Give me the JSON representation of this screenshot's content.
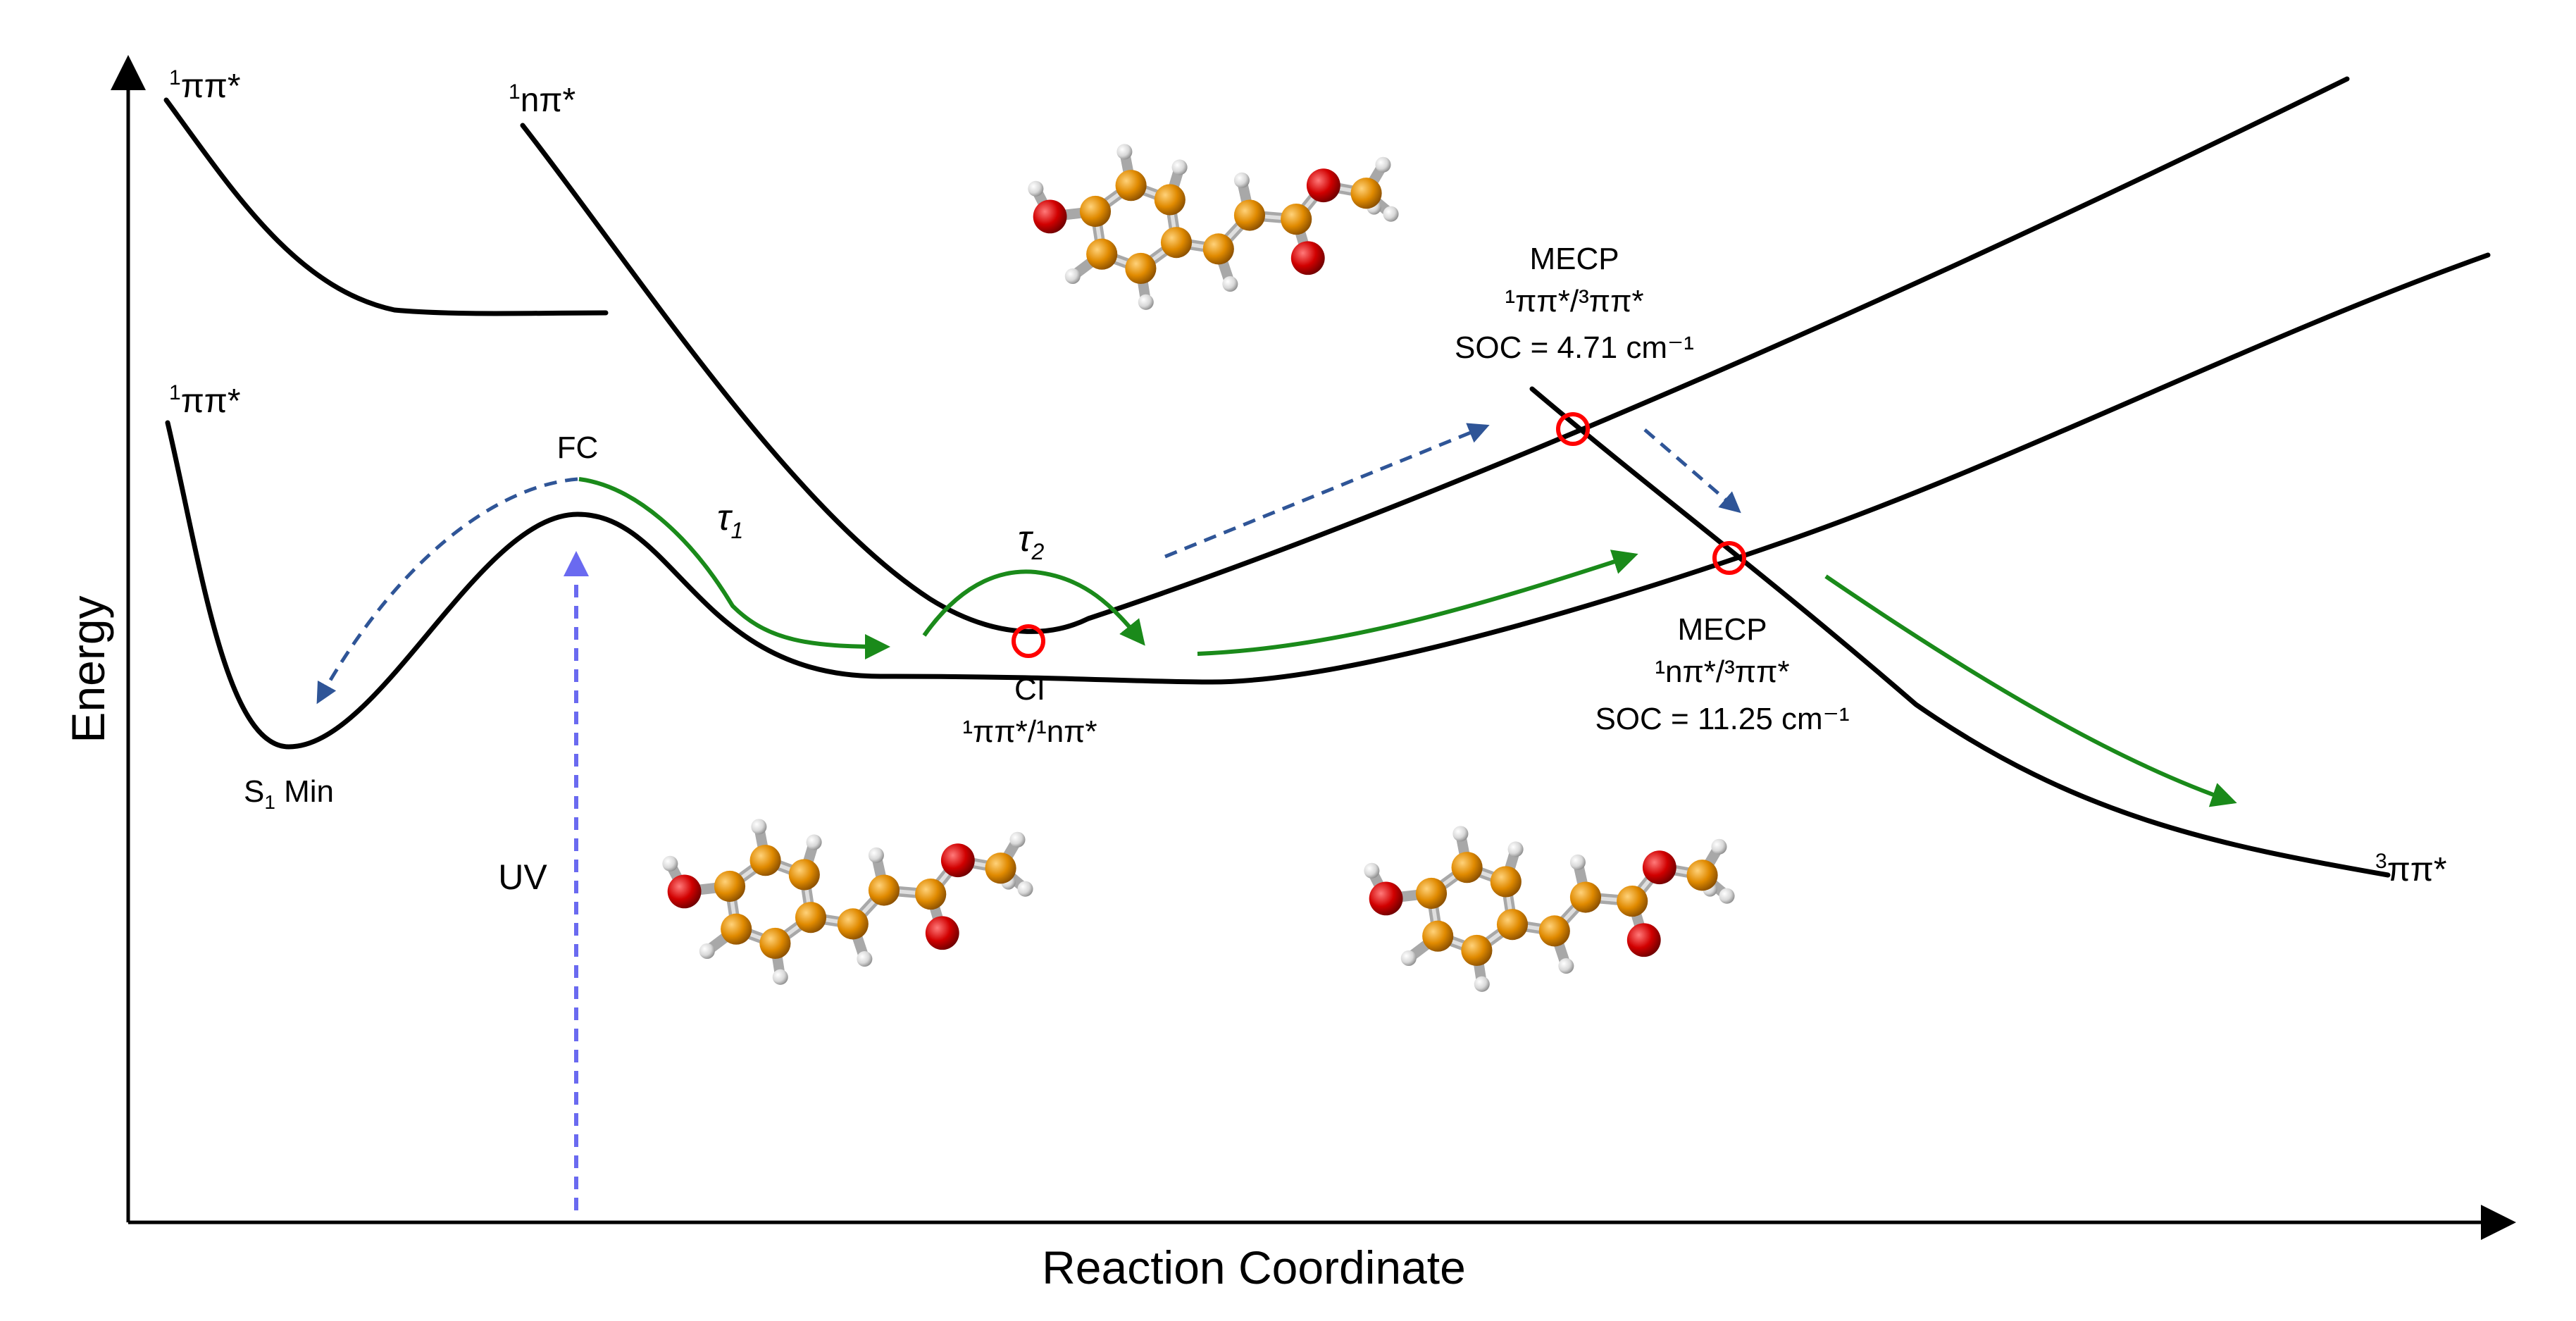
{
  "axes": {
    "x_label": "Reaction Coordinate",
    "y_label": "Energy"
  },
  "state_labels": {
    "pipi_upper": "ππ*",
    "pipi_upper_sup": "1",
    "npi": "nπ*",
    "npi_sup": "1",
    "pipi_lower": "ππ*",
    "pipi_lower_sup": "1",
    "triplet": "ππ*",
    "triplet_sup": "3"
  },
  "points": {
    "fc": "FC",
    "s1min_main": "S",
    "s1min_sub": "1",
    "s1min_tail": " Min",
    "uv": "UV",
    "tau1": "τ",
    "tau1_sub": "1",
    "tau2": "τ",
    "tau2_sub": "2",
    "ci_title": "CI",
    "ci_detail": "¹ππ*/¹nπ*",
    "mecp1_title": "MECP",
    "mecp1_detail": "¹ππ*/³ππ*",
    "mecp1_soc": "SOC = 4.71 cm⁻¹",
    "mecp2_title": "MECP",
    "mecp2_detail": "¹nπ*/³ππ*",
    "mecp2_soc": "SOC = 11.25 cm⁻¹"
  },
  "colors": {
    "curve": "#000000",
    "green_arrow": "#1a8a1a",
    "blue_dashed": "#2f5597",
    "uv_dashed": "#6a6af0",
    "crossing_marker": "#ff0000",
    "carbon": "#e08a00",
    "oxygen": "#cc0000",
    "hydrogen": "#dcdcdc",
    "bond": "#b8b8b8"
  },
  "molecules": [
    {
      "name": "molecule-top"
    },
    {
      "name": "molecule-bottom-left"
    },
    {
      "name": "molecule-bottom-right"
    }
  ]
}
